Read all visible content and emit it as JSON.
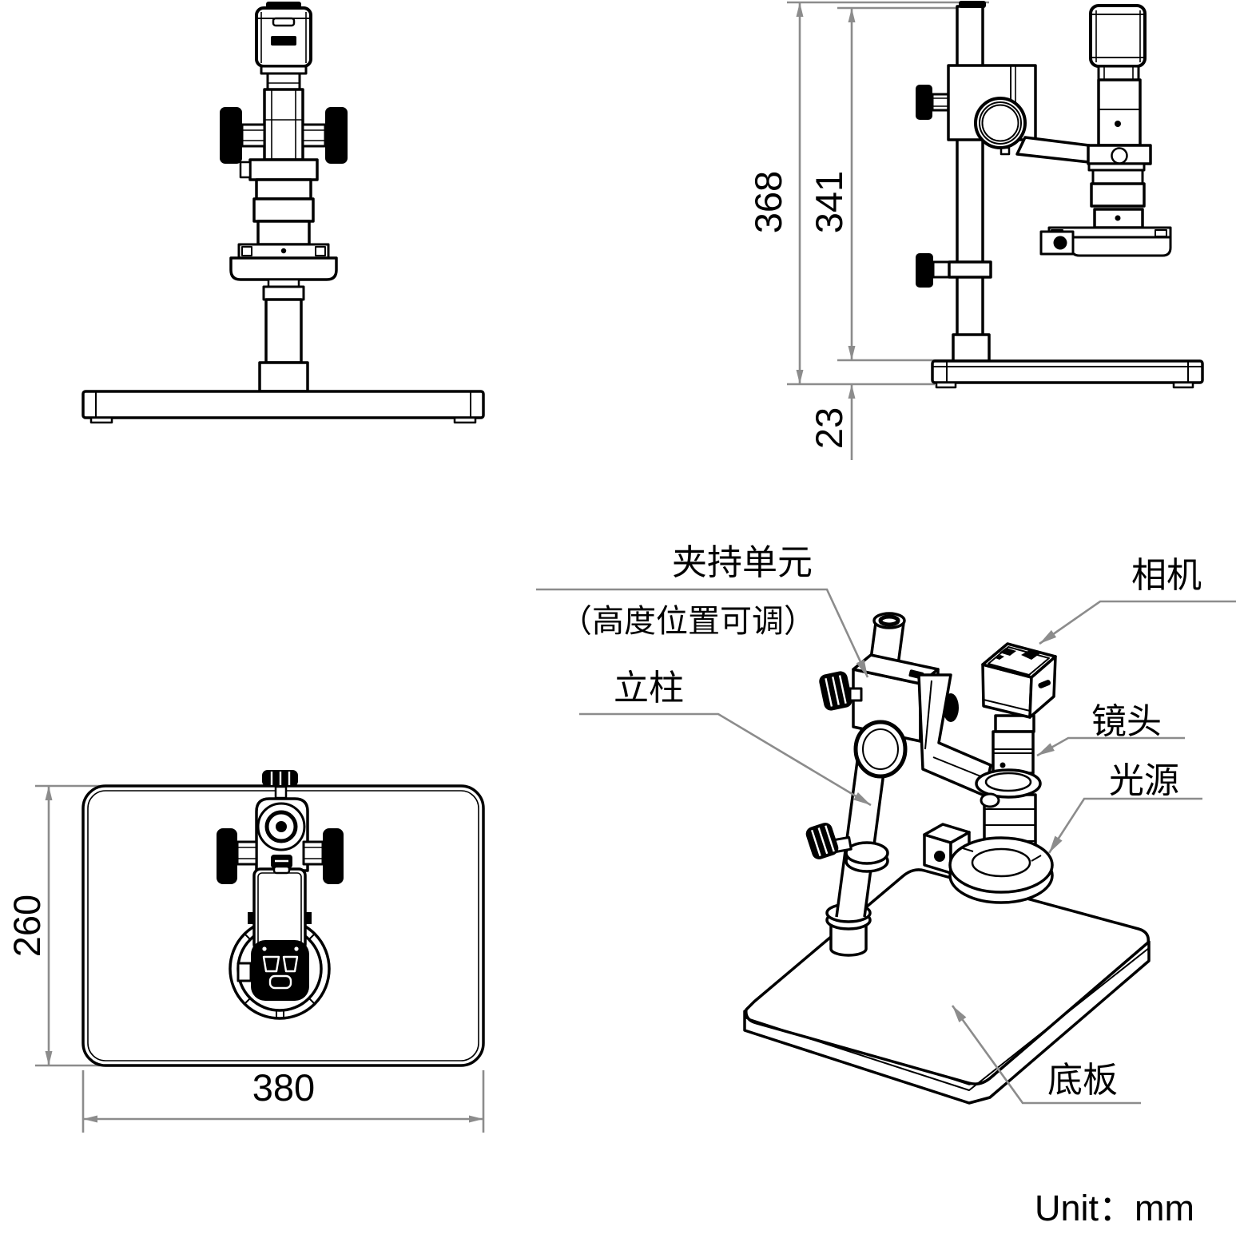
{
  "title": "Digital microscope stand dimensional drawing",
  "unit_label": "Unit：mm",
  "colors": {
    "line": "#000000",
    "dimension": "#8c8c8c",
    "background": "#ffffff"
  },
  "dimensions": {
    "total_height": "368",
    "column_height": "341",
    "base_thickness": "23",
    "base_depth": "260",
    "base_width": "380"
  },
  "labels": {
    "clamp_unit": "夹持单元",
    "clamp_unit_note": "（高度位置可调）",
    "column": "立柱",
    "camera": "相机",
    "lens": "镜头",
    "light_source": "光源",
    "base_plate": "底板"
  }
}
